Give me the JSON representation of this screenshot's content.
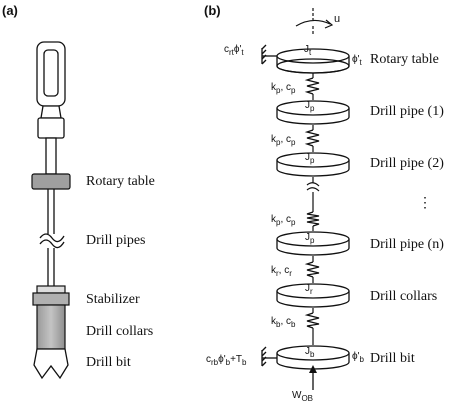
{
  "panel_a": {
    "tag": "(a)",
    "labels": {
      "rotary_table": "Rotary table",
      "drill_pipes": "Drill pipes",
      "stabilizer": "Stabilizer",
      "drill_collars": "Drill collars",
      "drill_bit": "Drill bit"
    }
  },
  "panel_b": {
    "tag": "(b)",
    "labels": {
      "rotary_table": "Rotary table",
      "drill_pipe_1": "Drill pipe (1)",
      "drill_pipe_2": "Drill pipe (2)",
      "ellipsis": "⋮",
      "drill_pipe_n": "Drill pipe (n)",
      "drill_collars": "Drill collars",
      "drill_bit": "Drill bit"
    },
    "symbols": {
      "u": "u",
      "crt": "c",
      "crt_sub": "rt",
      "phi_t_left": "ϕ'",
      "phi_t_left_sub": "t",
      "Jt": "J",
      "Jt_sub": "t",
      "phi_t_right": "ϕ'",
      "phi_t_right_sub": "t",
      "kp": "k",
      "kp_sub": "p",
      "cp": "c",
      "cp_sub": "p",
      "Jp": "J",
      "Jp_sub": "p",
      "kr": "k",
      "kr_sub": "r",
      "cr": "c",
      "cr_sub": "r",
      "Jr": "J",
      "Jr_sub": "r",
      "kb": "k",
      "kb_sub": "b",
      "cb": "c",
      "cb_sub": "b",
      "Jb": "J",
      "Jb_sub": "b",
      "crb": "c",
      "crb_sub": "rb",
      "phi_b_left": "ϕ'",
      "phi_b_left_sub": "b",
      "plus_Tb": "+T",
      "plus_Tb_sub": "b",
      "phi_b_right": "ϕ'",
      "phi_b_right_sub": "b",
      "wob": "W",
      "wob_sub": "OB"
    }
  }
}
